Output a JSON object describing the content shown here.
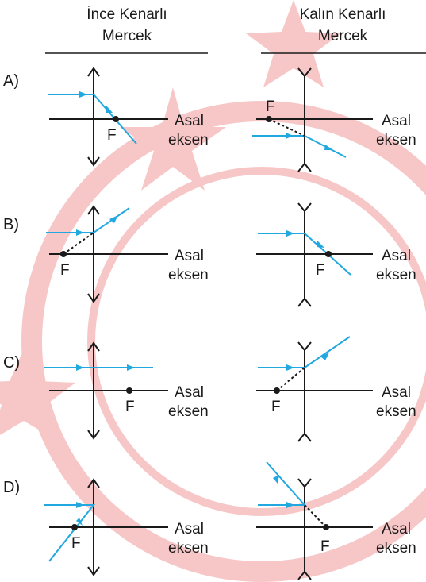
{
  "headers": {
    "thin_line1": "İnce Kenarlı",
    "thin_line2": "Mercek",
    "thick_line1": "Kalın Kenarlı",
    "thick_line2": "Mercek"
  },
  "focus_label": "F",
  "axis_label": {
    "line1": "Asal",
    "line2": "eksen"
  },
  "options": [
    {
      "label": "A)"
    },
    {
      "label": "B)"
    },
    {
      "label": "C)"
    },
    {
      "label": "D)"
    }
  ],
  "colors": {
    "ray": "#22a8e0",
    "ink": "#1a1a1a",
    "watermark": "#f7c7c7"
  }
}
